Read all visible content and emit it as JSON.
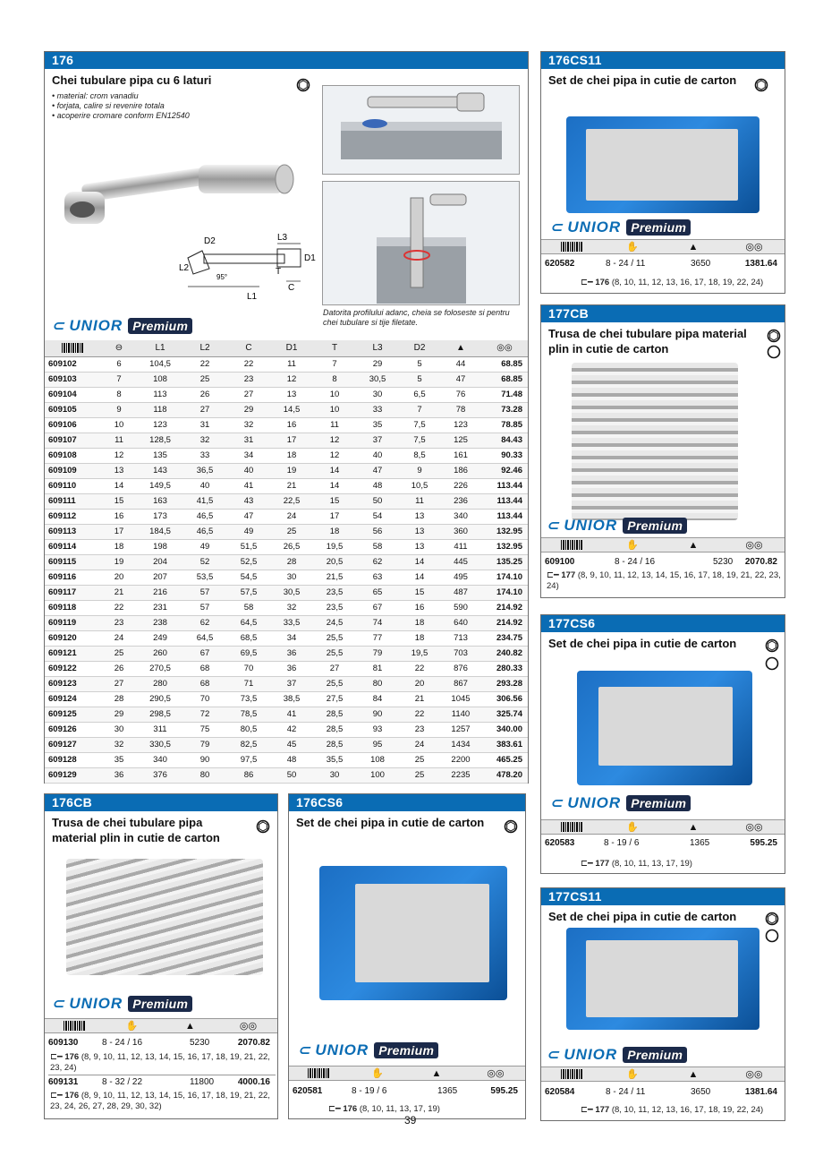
{
  "panel_176": {
    "code": "176",
    "title": "Chei tubulare pipa cu 6 laturi",
    "bullets": [
      "• material: crom vanadiu",
      "• forjata, calire si revenire totala",
      "• acoperire cromare conform EN12540"
    ],
    "diagram_labels": {
      "d2": "D2",
      "l3": "L3",
      "d1": "D1",
      "l2": "L2",
      "t": "T",
      "angle": "95°",
      "c": "C",
      "l1": "L1"
    },
    "caption": "Datorita profilului adanc, cheia se foloseste si pentru chei tubulare si tije filetate.",
    "brand": "UNIOR",
    "brand_line": "Premium",
    "columns": [
      "",
      "",
      "L1",
      "L2",
      "C",
      "D1",
      "T",
      "L3",
      "D2",
      "",
      ""
    ],
    "rows": [
      [
        "609102",
        "6",
        "104,5",
        "22",
        "22",
        "11",
        "7",
        "29",
        "5",
        "44",
        "68.85"
      ],
      [
        "609103",
        "7",
        "108",
        "25",
        "23",
        "12",
        "8",
        "30,5",
        "5",
        "47",
        "68.85"
      ],
      [
        "609104",
        "8",
        "113",
        "26",
        "27",
        "13",
        "10",
        "30",
        "6,5",
        "76",
        "71.48"
      ],
      [
        "609105",
        "9",
        "118",
        "27",
        "29",
        "14,5",
        "10",
        "33",
        "7",
        "78",
        "73.28"
      ],
      [
        "609106",
        "10",
        "123",
        "31",
        "32",
        "16",
        "11",
        "35",
        "7,5",
        "123",
        "78.85"
      ],
      [
        "609107",
        "11",
        "128,5",
        "32",
        "31",
        "17",
        "12",
        "37",
        "7,5",
        "125",
        "84.43"
      ],
      [
        "609108",
        "12",
        "135",
        "33",
        "34",
        "18",
        "12",
        "40",
        "8,5",
        "161",
        "90.33"
      ],
      [
        "609109",
        "13",
        "143",
        "36,5",
        "40",
        "19",
        "14",
        "47",
        "9",
        "186",
        "92.46"
      ],
      [
        "609110",
        "14",
        "149,5",
        "40",
        "41",
        "21",
        "14",
        "48",
        "10,5",
        "226",
        "113.44"
      ],
      [
        "609111",
        "15",
        "163",
        "41,5",
        "43",
        "22,5",
        "15",
        "50",
        "11",
        "236",
        "113.44"
      ],
      [
        "609112",
        "16",
        "173",
        "46,5",
        "47",
        "24",
        "17",
        "54",
        "13",
        "340",
        "113.44"
      ],
      [
        "609113",
        "17",
        "184,5",
        "46,5",
        "49",
        "25",
        "18",
        "56",
        "13",
        "360",
        "132.95"
      ],
      [
        "609114",
        "18",
        "198",
        "49",
        "51,5",
        "26,5",
        "19,5",
        "58",
        "13",
        "411",
        "132.95"
      ],
      [
        "609115",
        "19",
        "204",
        "52",
        "52,5",
        "28",
        "20,5",
        "62",
        "14",
        "445",
        "135.25"
      ],
      [
        "609116",
        "20",
        "207",
        "53,5",
        "54,5",
        "30",
        "21,5",
        "63",
        "14",
        "495",
        "174.10"
      ],
      [
        "609117",
        "21",
        "216",
        "57",
        "57,5",
        "30,5",
        "23,5",
        "65",
        "15",
        "487",
        "174.10"
      ],
      [
        "609118",
        "22",
        "231",
        "57",
        "58",
        "32",
        "23,5",
        "67",
        "16",
        "590",
        "214.92"
      ],
      [
        "609119",
        "23",
        "238",
        "62",
        "64,5",
        "33,5",
        "24,5",
        "74",
        "18",
        "640",
        "214.92"
      ],
      [
        "609120",
        "24",
        "249",
        "64,5",
        "68,5",
        "34",
        "25,5",
        "77",
        "18",
        "713",
        "234.75"
      ],
      [
        "609121",
        "25",
        "260",
        "67",
        "69,5",
        "36",
        "25,5",
        "79",
        "19,5",
        "703",
        "240.82"
      ],
      [
        "609122",
        "26",
        "270,5",
        "68",
        "70",
        "36",
        "27",
        "81",
        "22",
        "876",
        "280.33"
      ],
      [
        "609123",
        "27",
        "280",
        "68",
        "71",
        "37",
        "25,5",
        "80",
        "20",
        "867",
        "293.28"
      ],
      [
        "609124",
        "28",
        "290,5",
        "70",
        "73,5",
        "38,5",
        "27,5",
        "84",
        "21",
        "1045",
        "306.56"
      ],
      [
        "609125",
        "29",
        "298,5",
        "72",
        "78,5",
        "41",
        "28,5",
        "90",
        "22",
        "1140",
        "325.74"
      ],
      [
        "609126",
        "30",
        "311",
        "75",
        "80,5",
        "42",
        "28,5",
        "93",
        "23",
        "1257",
        "340.00"
      ],
      [
        "609127",
        "32",
        "330,5",
        "79",
        "82,5",
        "45",
        "28,5",
        "95",
        "24",
        "1434",
        "383.61"
      ],
      [
        "609128",
        "35",
        "340",
        "90",
        "97,5",
        "48",
        "35,5",
        "108",
        "25",
        "2200",
        "465.25"
      ],
      [
        "609129",
        "36",
        "376",
        "80",
        "86",
        "50",
        "30",
        "100",
        "25",
        "2235",
        "478.20"
      ]
    ]
  },
  "panel_176CS11": {
    "code": "176CS11",
    "title": "Set de chei pipa in cutie de carton",
    "brand": "UNIOR",
    "brand_line": "Premium",
    "row": {
      "code": "620582",
      "range": "8 - 24 / 11",
      "weight": "3650",
      "price": "1381.64"
    },
    "contents_ref": "176",
    "contents": "(8, 10, 11, 12, 13, 16, 17, 18, 19, 22, 24)"
  },
  "panel_177CB": {
    "code": "177CB",
    "title": "Trusa de chei tubulare pipa material plin in cutie de carton",
    "brand": "UNIOR",
    "brand_line": "Premium",
    "row": {
      "code": "609100",
      "range": "8 - 24 / 16",
      "weight": "5230",
      "price": "2070.82"
    },
    "contents_ref": "177",
    "contents": "(8, 9, 10, 11, 12, 13, 14, 15, 16, 17, 18, 19, 21, 22, 23, 24)"
  },
  "panel_177CS6": {
    "code": "177CS6",
    "title": "Set de chei pipa in cutie de carton",
    "brand": "UNIOR",
    "brand_line": "Premium",
    "row": {
      "code": "620583",
      "range": "8 - 19 / 6",
      "weight": "1365",
      "price": "595.25"
    },
    "contents_ref": "177",
    "contents": "(8, 10, 11, 13, 17, 19)"
  },
  "panel_177CS11": {
    "code": "177CS11",
    "title": "Set de chei pipa in cutie de carton",
    "brand": "UNIOR",
    "brand_line": "Premium",
    "row": {
      "code": "620584",
      "range": "8 - 24 / 11",
      "weight": "3650",
      "price": "1381.64"
    },
    "contents_ref": "177",
    "contents": "(8, 10, 11, 12, 13, 16, 17, 18, 19, 22, 24)"
  },
  "panel_176CB": {
    "code": "176CB",
    "title": "Trusa de chei tubulare pipa material plin in cutie de carton",
    "brand": "UNIOR",
    "brand_line": "Premium",
    "rows": [
      {
        "code": "609130",
        "range": "8 - 24 / 16",
        "weight": "5230",
        "price": "2070.82",
        "contents_ref": "176",
        "contents": "(8, 9, 10, 11, 12, 13, 14, 15, 16, 17, 18, 19, 21, 22, 23, 24)"
      },
      {
        "code": "609131",
        "range": "8 - 32 / 22",
        "weight": "11800",
        "price": "4000.16",
        "contents_ref": "176",
        "contents": "(8, 9, 10, 11, 12, 13, 14, 15, 16, 17, 18, 19, 21, 22, 23, 24, 26, 27, 28, 29, 30, 32)"
      }
    ]
  },
  "panel_176CS6": {
    "code": "176CS6",
    "title": "Set de chei pipa in cutie de carton",
    "brand": "UNIOR",
    "brand_line": "Premium",
    "row": {
      "code": "620581",
      "range": "8 - 19 / 6",
      "weight": "1365",
      "price": "595.25"
    },
    "contents_ref": "176",
    "contents": "(8, 10, 11, 13, 17, 19)"
  },
  "page_number": "39",
  "colors": {
    "header_blue": "#0a6cb4",
    "brand_dark": "#1b2a4a"
  },
  "icons": [
    "hexagon-icon",
    "circle-icon",
    "barcode-icon",
    "wrench-range-icon",
    "weight-icon",
    "price-coins-icon",
    "wrench-contents-icon",
    "unior-logo-icon"
  ]
}
